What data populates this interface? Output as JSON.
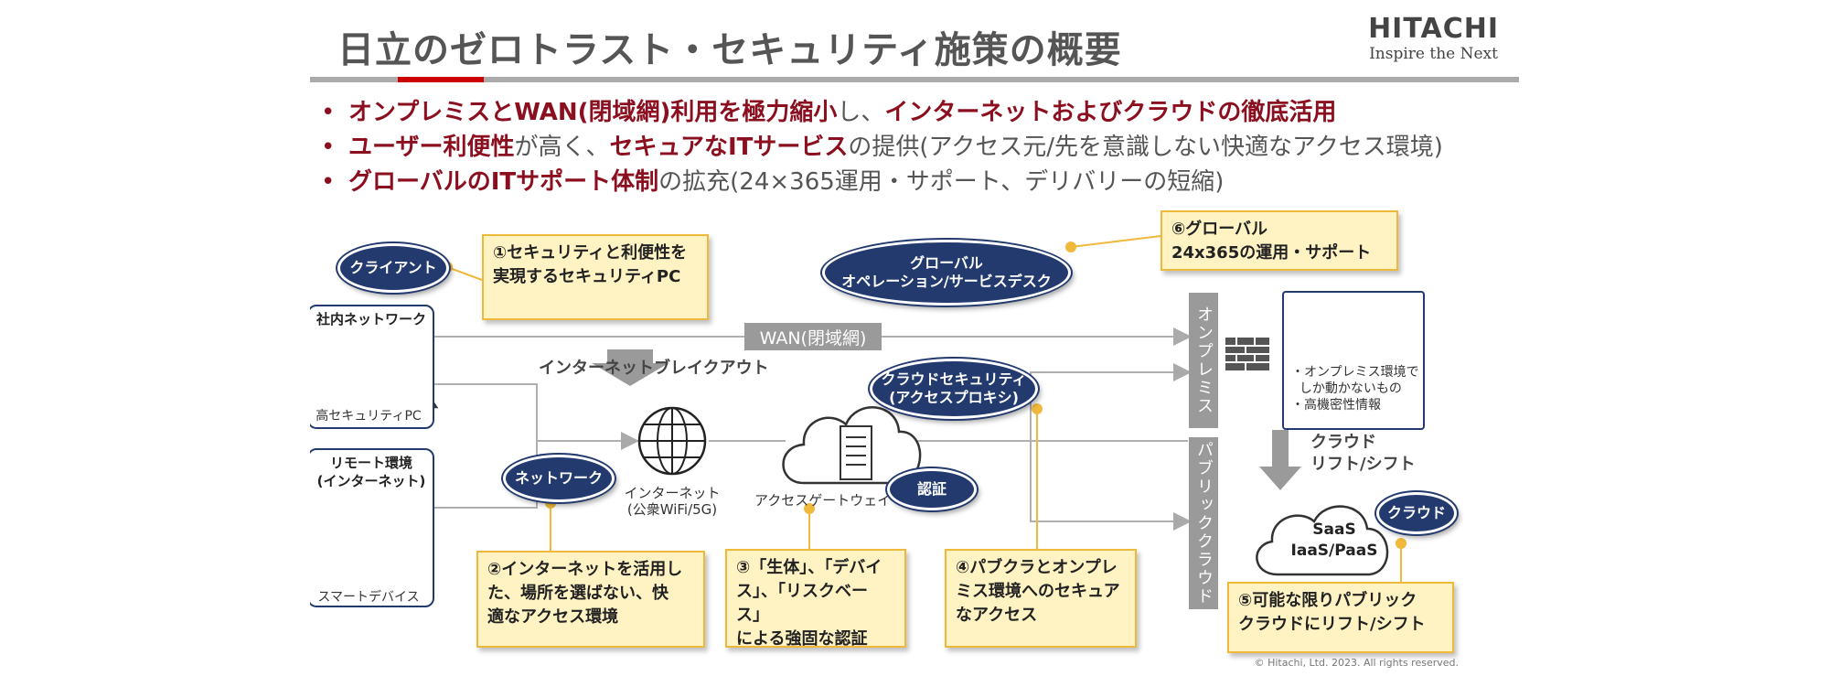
{
  "header": {
    "title": "日立のゼロトラスト・セキュリティ施策の概要",
    "logo_name": "HITACHI",
    "logo_tagline": "Inspire the Next"
  },
  "bullets": [
    {
      "segments": [
        {
          "text": "オンプレミスとWAN(閉域網)利用を極力縮小",
          "bold": true
        },
        {
          "text": "し、",
          "bold": false
        },
        {
          "text": "インターネットおよびクラウドの徹底活用",
          "bold": true
        }
      ]
    },
    {
      "segments": [
        {
          "text": "ユーザー利便性",
          "bold": true
        },
        {
          "text": "が高く、",
          "bold": false
        },
        {
          "text": "セキュアなITサービス",
          "bold": true
        },
        {
          "text": "の提供(アクセス元/先を意識しない快適なアクセス環境)",
          "bold": false
        }
      ]
    },
    {
      "segments": [
        {
          "text": "グローバルのITサポート体制",
          "bold": true
        },
        {
          "text": "の拡充(24×365運用・サポート、デリバリーの短縮)",
          "bold": false
        }
      ]
    }
  ],
  "diagram": {
    "ovals": {
      "client": "クライアント",
      "global_desk": "グローバル\nオペレーション/サービスデスク",
      "cloud_security": "クラウドセキュリティ\n(アクセスプロキシ)",
      "network": "ネットワーク",
      "auth": "認証",
      "cloud": "クラウド"
    },
    "callouts": {
      "c1": "①セキュリティと利便性を\n実現するセキュリティPC",
      "c2": "②インターネットを活用し\nた、場所を選ばない、快\n適なアクセス環境",
      "c3": "③「生体」、「デバイ\nス」、「リスクベース」\nによる強固な認証",
      "c4": "④パブクラとオンプレ\nミス環境へのセキュア\nなアクセス",
      "c5": "⑤可能な限りパブリック\nクラウドにリフト/シフト",
      "c6": "⑥グローバル\n24x365の運用・サポート"
    },
    "labels": {
      "internal_network": "社内ネットワーク",
      "high_security_pc": "高セキュリティPC",
      "remote_env": "リモート環境\n(インターネット)",
      "smart_device": "スマートデバイス",
      "wan": "WAN(閉域網)",
      "breakout": "インターネットブレイクアウト",
      "internet": "インターネット\n(公衆WiFi/5G)",
      "access_gateway": "アクセスゲートウェイ",
      "onprem_bar": "オンプレミス",
      "public_cloud_bar": "パブリッククラウド",
      "onprem_items": "・オンプレミス環境で\n  しか動かないもの\n・高機密性情報",
      "lift_shift": "クラウド\nリフト/シフト",
      "saas": "SaaS\nIaaS/PaaS"
    },
    "colors": {
      "navy": "#233a6e",
      "accent_red": "#8b0f1f",
      "callout_fill": "#fff3c4",
      "callout_border": "#f0b93c",
      "gray": "#9a9a9a"
    }
  },
  "footer": {
    "copyright": "© Hitachi, Ltd. 2023. All rights reserved."
  }
}
